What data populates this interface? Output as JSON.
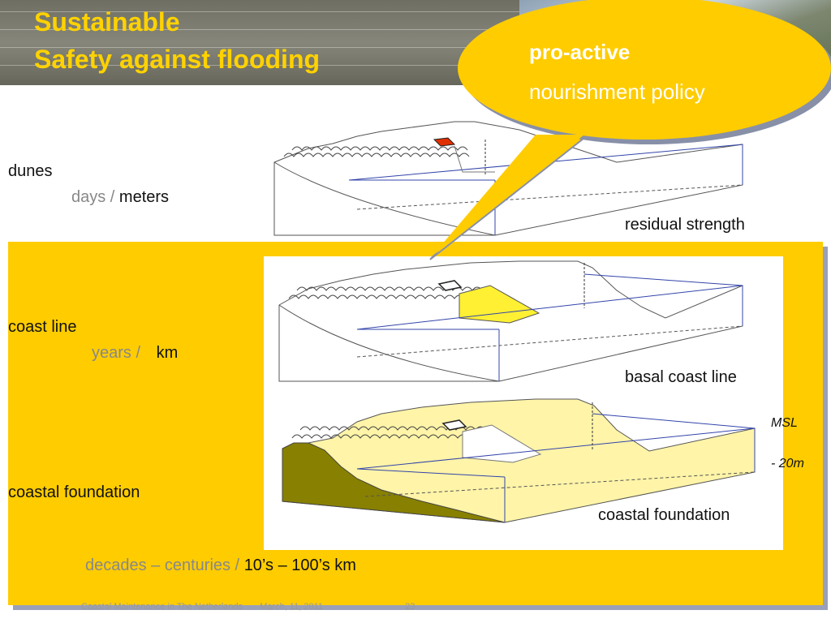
{
  "title": {
    "line1": "Sustainable",
    "line2": "Safety against flooding"
  },
  "callout": {
    "title": "pro-active",
    "subtitle": "nourishment policy"
  },
  "levels": [
    {
      "name": "dunes",
      "time": "days /",
      "scale": "meters"
    },
    {
      "name": "coast line",
      "time": "years /",
      "scale": "km"
    },
    {
      "name": "coastal foundation",
      "time": "decades – centuries /",
      "scale": "10’s – 100’s km"
    }
  ],
  "diagram_labels": {
    "top": "residual strength",
    "middle": "basal coast line",
    "bottom": "coastal foundation",
    "msl": "MSL",
    "depth": "- 20m"
  },
  "footer": {
    "org": "Coastal Maintenance in The Netherlands",
    "date": "March, 11, 2011",
    "page": "23"
  },
  "colors": {
    "accent_yellow": "#ffcc00",
    "title_yellow": "#ffd200",
    "sand": "#fff4a8",
    "olive": "#888000",
    "nourishment_red": "#e03000"
  }
}
